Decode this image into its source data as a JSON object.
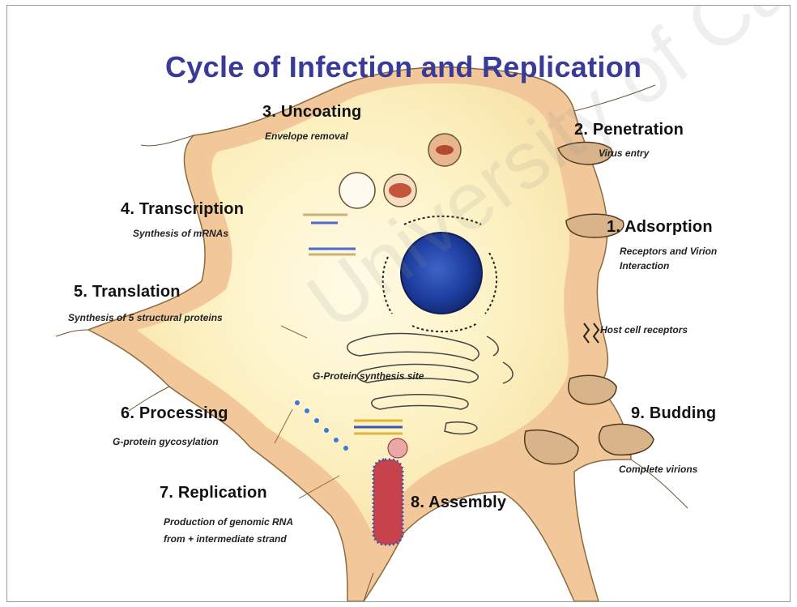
{
  "title": "Cycle of Infection and Replication",
  "steps": {
    "uncoating": {
      "label": "3. Uncoating",
      "desc": "Envelope removal"
    },
    "penetration": {
      "label": "2. Penetration",
      "desc": "Virus entry"
    },
    "adsorption": {
      "label": "1. Adsorption",
      "desc1": "Receptors and Virion",
      "desc2": "Interaction"
    },
    "transcription": {
      "label": "4. Transcription",
      "desc": "Synthesis of mRNAs"
    },
    "translation": {
      "label": "5. Translation",
      "desc": "Synthesis of 5 structural proteins"
    },
    "processing": {
      "label": "6. Processing",
      "desc": "G-protein gycosylation"
    },
    "replication": {
      "label": "7. Replication",
      "desc1": "Production of genomic RNA",
      "desc2": "from + intermediate strand"
    },
    "assembly": {
      "label": "8. Assembly"
    },
    "budding": {
      "label": "9. Budding",
      "desc": "Complete virions"
    }
  },
  "annotations": {
    "host_receptors": "Host cell receptors",
    "g_protein_site": "G-Protein synthesis site"
  },
  "watermark": "University of Cape Town",
  "colors": {
    "title": "#3a3a98",
    "cell_membrane": "#f2c89a",
    "cytoplasm": "#fdf3c8",
    "nucleus": "#1d3d9e",
    "virion": "#d9b48a"
  }
}
